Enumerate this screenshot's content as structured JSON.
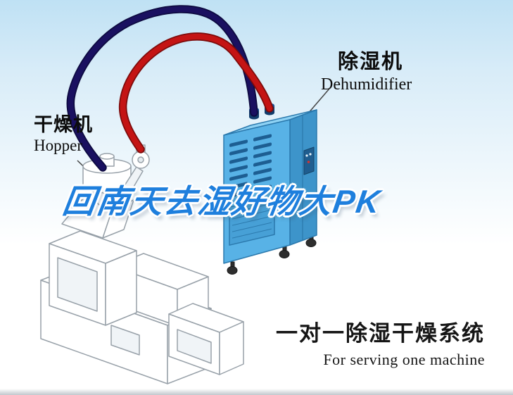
{
  "labels": {
    "hopper": {
      "zh": "干燥机",
      "en": "Hopper"
    },
    "dehumidifier": {
      "zh": "除湿机",
      "en": "Dehumidifier"
    }
  },
  "watermark": {
    "text": "回南天去湿好物大PK"
  },
  "caption": {
    "zh": "一对一除湿干燥系统",
    "en": "For serving one machine"
  },
  "colors": {
    "pipe_red": "#c41414",
    "pipe_red_edge": "#7c0b0b",
    "pipe_navy": "#1a1060",
    "pipe_navy_edge": "#0d0a40",
    "dehumidifier_front": "#58b2e6",
    "dehumidifier_side": "#3d94ca",
    "dehumidifier_top": "#8ed2f4",
    "dehumidifier_edge": "#2b79ad",
    "vent_slot": "#1d5e92",
    "machine_outline": "#98a1a9",
    "watermark_blue": "#1e7fdd",
    "sky_blue": "#bfe1f4"
  }
}
